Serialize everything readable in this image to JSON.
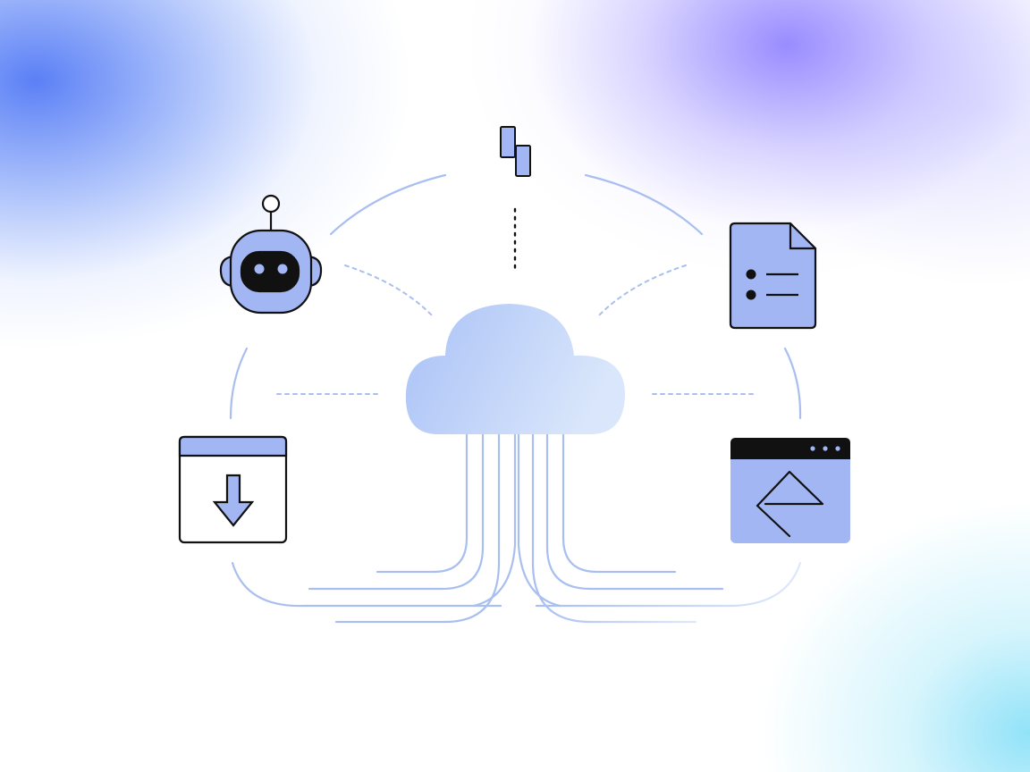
{
  "diagram": {
    "nodes": [
      {
        "id": "cloud",
        "icon": "cloud-icon"
      },
      {
        "id": "top-connector",
        "icon": "connector-blocks-icon"
      },
      {
        "id": "bot",
        "icon": "robot-icon"
      },
      {
        "id": "document",
        "icon": "document-list-icon"
      },
      {
        "id": "download-window",
        "icon": "download-window-icon"
      },
      {
        "id": "browser-window",
        "icon": "browser-window-icon"
      }
    ],
    "colors": {
      "accent": "#a2b6f4",
      "line": "#a9bff0",
      "outline": "#111111",
      "cloud_start": "#a9c1f6",
      "cloud_end": "#d7e4fb"
    }
  }
}
